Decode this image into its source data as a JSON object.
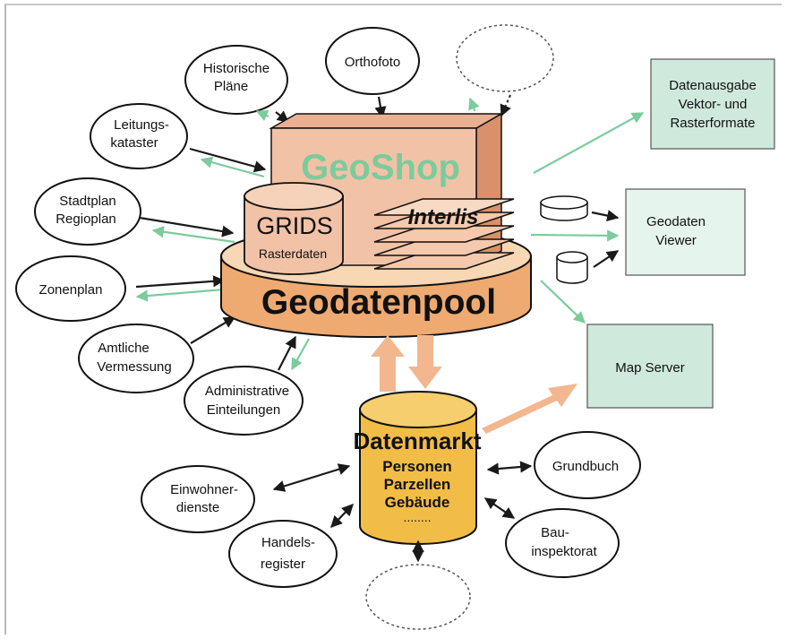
{
  "colors": {
    "box_green": "#cfe9dc",
    "box_green_light": "#e6f4ee",
    "geoshop_front": "#f2c2a6",
    "geoshop_side": "#d9906b",
    "geoshop_title": "#7ccb9c",
    "pool_top": "#f8d7b5",
    "pool_side": "#eeaa70",
    "datenmarkt": "#f2bd47",
    "arrow_black": "#1a1a1a",
    "arrow_green": "#7ccb9c",
    "arrow_orange": "#f3b78f"
  },
  "sources": {
    "historische": [
      "Historische",
      "Pläne"
    ],
    "orthofoto": [
      "Orthofoto"
    ],
    "leitungs": [
      "Leitungs-",
      "kataster"
    ],
    "stadtplan": [
      "Stadtplan",
      "Regioplan"
    ],
    "zonenplan": [
      "Zonenplan"
    ],
    "amtliche": [
      "Amtliche",
      "Vermessung"
    ],
    "administrative": [
      "Administrative",
      "Einteilungen"
    ]
  },
  "outputs": {
    "datenausgabe": [
      "Datenausgabe",
      "Vektor- und",
      "Rasterformate"
    ],
    "geodaten_viewer": [
      "Geodaten",
      "Viewer"
    ],
    "map_server": [
      "Map Server"
    ]
  },
  "core": {
    "geoshop": "GeoShop",
    "grids": "GRIDS",
    "rasterdaten": "Rasterdaten",
    "interlis": "Interlis",
    "geodatenpool": "Geodatenpool"
  },
  "datenmarkt": {
    "title": "Datenmarkt",
    "lines": [
      "Personen",
      "Parzellen",
      "Gebäude"
    ],
    "ellipsis": "........"
  },
  "clients": {
    "einwohner": [
      "Einwohner-",
      "dienste"
    ],
    "handels": [
      "Handels-",
      "register"
    ],
    "grundbuch": [
      "Grundbuch"
    ],
    "bau": [
      "Bau-",
      "inspektorat"
    ]
  }
}
